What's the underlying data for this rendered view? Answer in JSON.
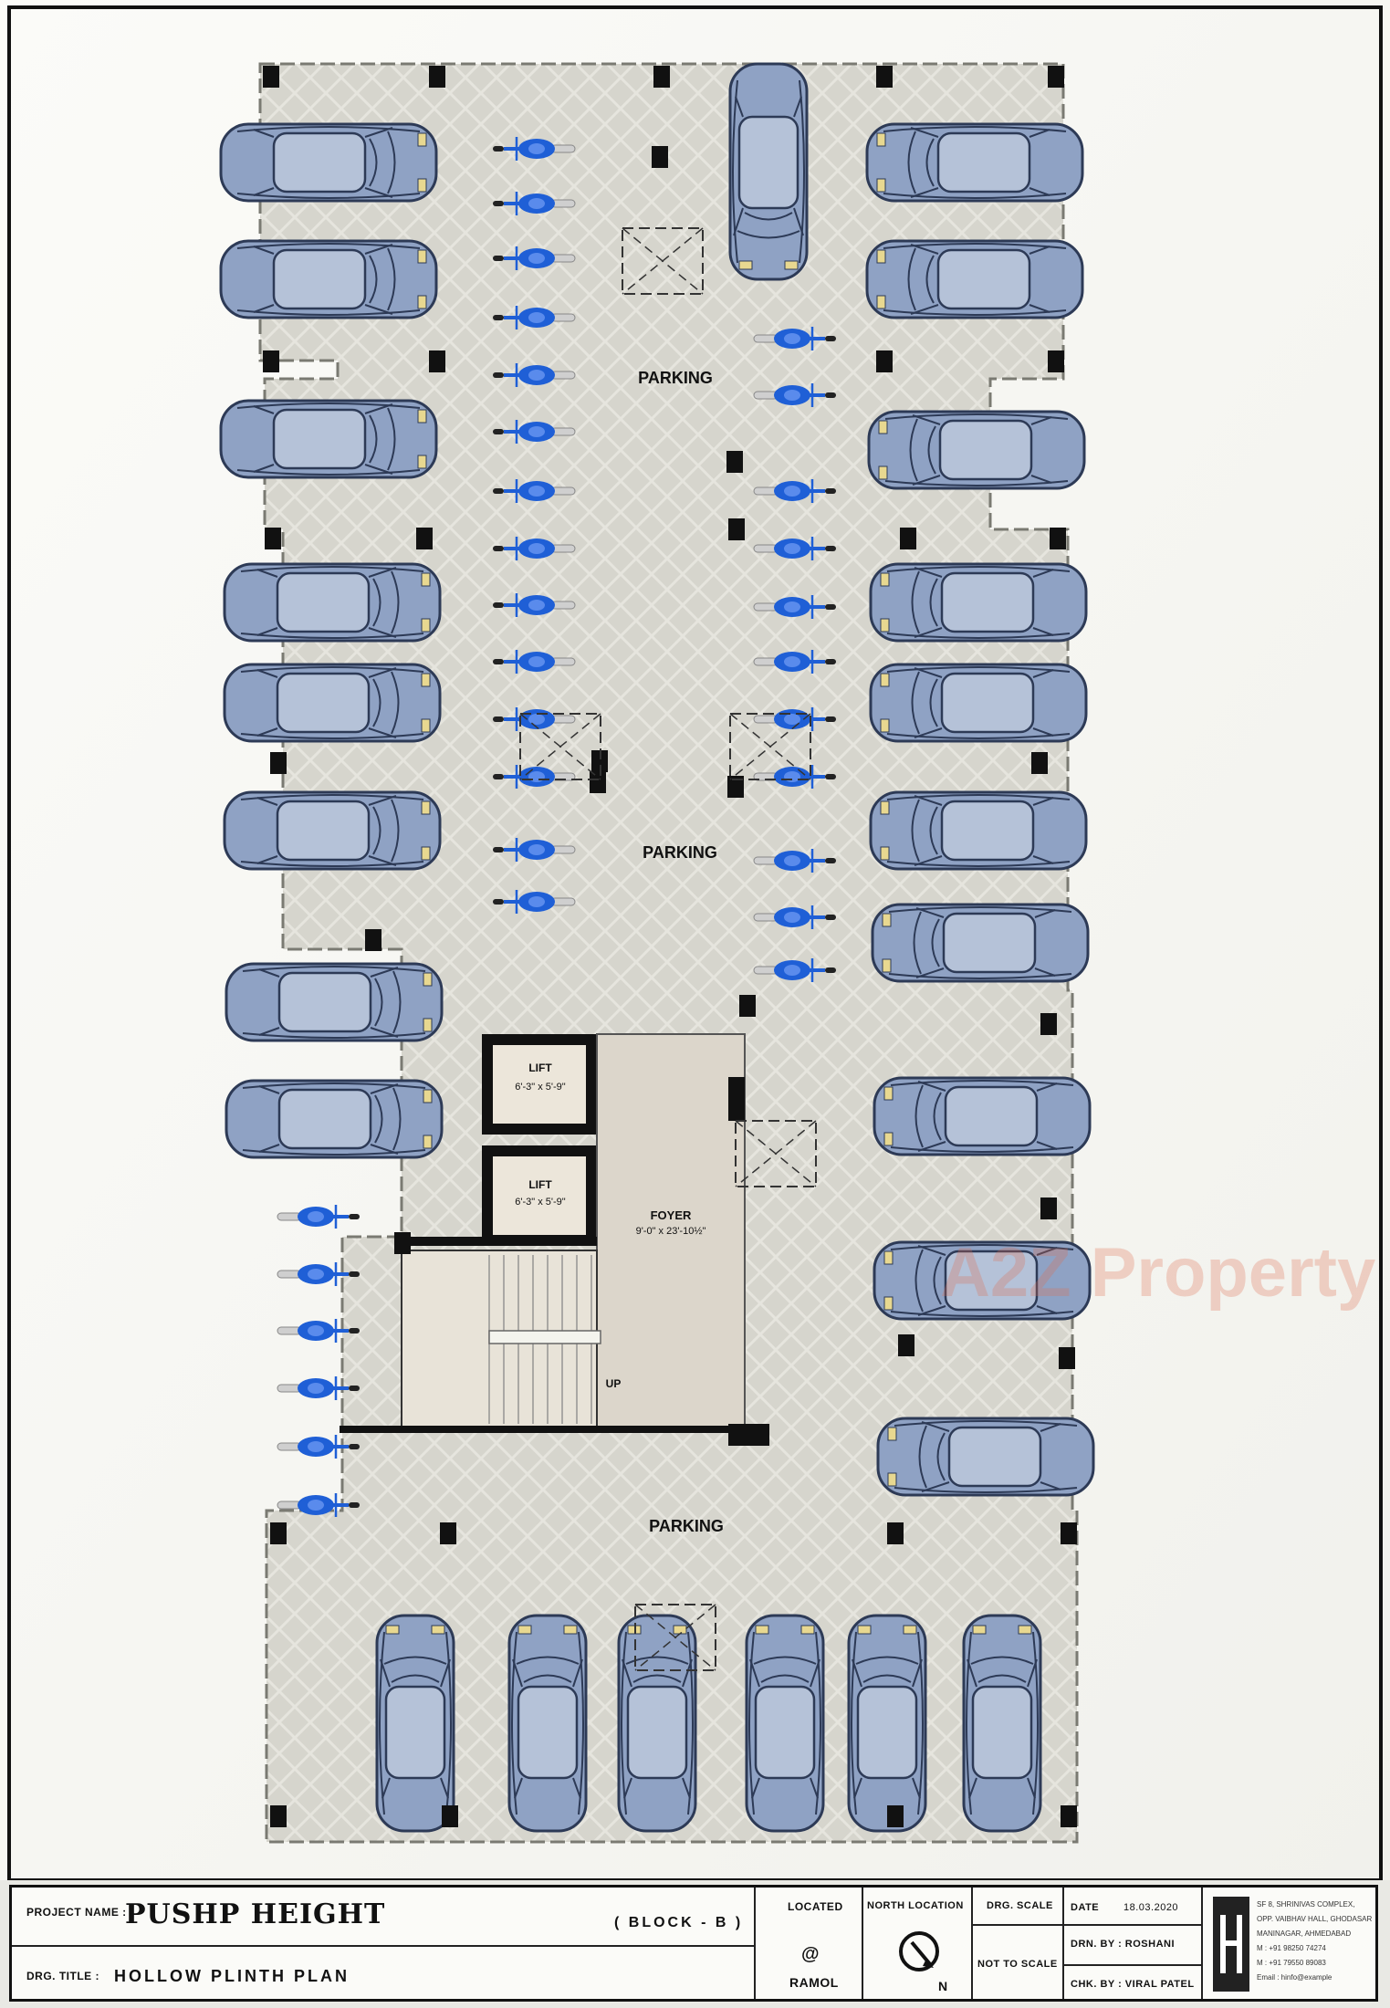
{
  "plan": {
    "labels": {
      "parking_top": "PARKING",
      "parking_middle": "PARKING",
      "parking_bottom": "PARKING",
      "lift_1_name": "LIFT",
      "lift_1_size": "6'-3\" x 5'-9\"",
      "lift_2_name": "LIFT",
      "lift_2_size": "6'-3\" x 5'-9\"",
      "foyer_name": "FOYER",
      "foyer_size": "9'-0\" x 23'-10½\"",
      "stair_up": "UP"
    },
    "colors": {
      "floor": "#d6d5cd",
      "car_body": "#8fa2c4",
      "car_outline": "#2d3a56",
      "bike": "#1f5fd6",
      "column": "#111111",
      "lift_fill": "#ece6da"
    },
    "icons": {
      "car": "car-icon",
      "bike": "motorbike-icon",
      "column": "column-icon",
      "void": "cross-void-icon",
      "north": "north-arrow-icon"
    }
  },
  "watermark": "A2Z Property",
  "title_block": {
    "project_name_label": "PROJECT NAME :",
    "project_name": "PUSHP HEIGHT",
    "block": "( BLOCK - B )",
    "drawing_title_label": "DRG. TITLE :",
    "drawing_title": "HOLLOW PLINTH PLAN",
    "located_label": "LOCATED",
    "located_at": "@",
    "located_value": "RAMOL",
    "north_label": "NORTH LOCATION",
    "north_letter": "N",
    "scale_label": "DRG. SCALE",
    "scale_value": "NOT TO SCALE",
    "date_label": "DATE",
    "date_value": "18.03.2020",
    "drawn_by": "DRN. BY : ROSHANI",
    "checked_by": "CHK. BY : VIRAL PATEL",
    "firm_lines": [
      "SF 8, SHRINIVAS COMPLEX,",
      "OPP. VAIBHAV HALL, GHODASAR",
      "MANINAGAR, AHMEDABAD",
      "M : +91 98250 74274",
      "M : +91 79550 89083",
      "Email : hinfo@example"
    ]
  }
}
